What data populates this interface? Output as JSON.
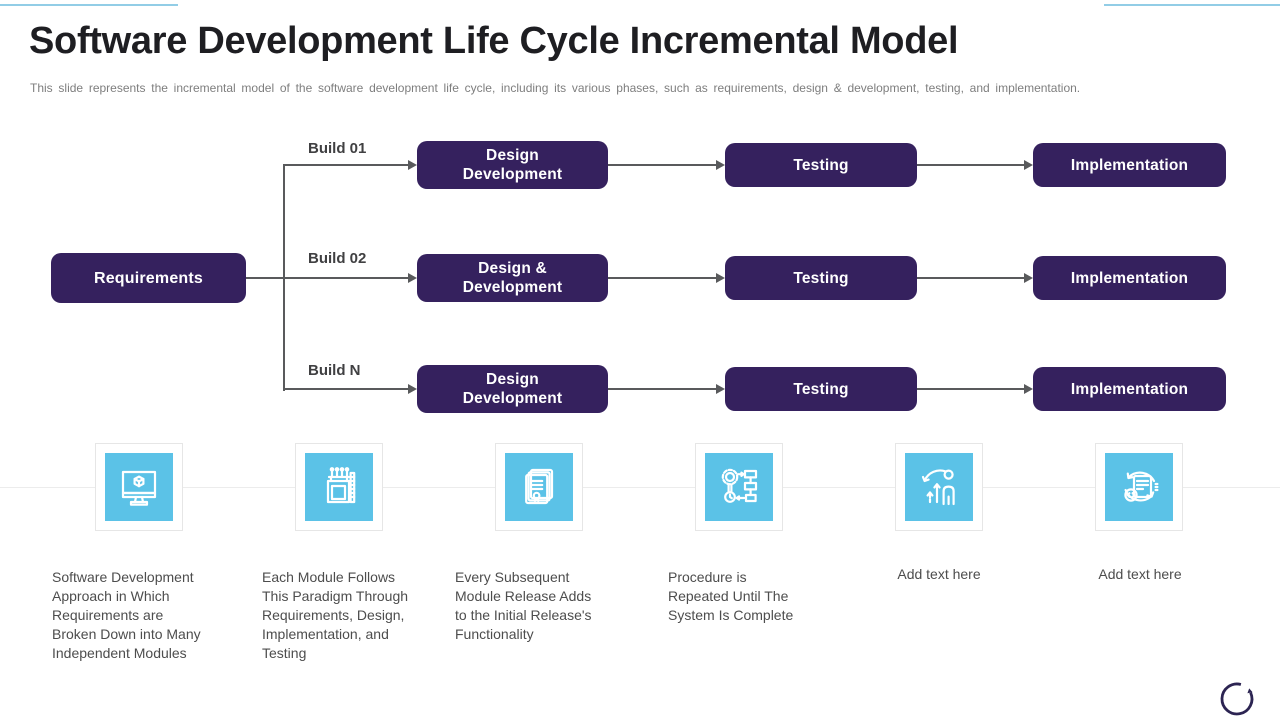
{
  "slide": {
    "title": "Software Development Life Cycle Incremental Model",
    "subtitle": "This slide represents the incremental model of the software development life cycle, including its various phases, such as requirements, design & development, testing, and implementation."
  },
  "colors": {
    "node_purple": "#35215E",
    "icon_blue": "#5BC2E7",
    "accent_blue": "#92CDE6",
    "connector_gray": "#595A5C",
    "refresh_navy": "#2C2452"
  },
  "flowchart": {
    "requirements_label": "Requirements",
    "rows": [
      {
        "build_label": "Build 01",
        "design_label": "Design\nDevelopment",
        "testing_label": "Testing",
        "implementation_label": "Implementation"
      },
      {
        "build_label": "Build 02",
        "design_label": "Design &\nDevelopment",
        "testing_label": "Testing",
        "implementation_label": "Implementation"
      },
      {
        "build_label": "Build N",
        "design_label": "Design\nDevelopment",
        "testing_label": "Testing",
        "implementation_label": "Implementation"
      }
    ]
  },
  "features": [
    {
      "icon": "monitor-3d-cube-icon",
      "caption": "Software Development\nApproach in Which\nRequirements are\nBroken Down into Many\nIndependent Modules"
    },
    {
      "icon": "circuit-module-icon",
      "caption": "Each Module Follows\nThis Paradigm Through\nRequirements, Design,\nImplementation, and\nTesting"
    },
    {
      "icon": "documents-stack-icon",
      "caption": "Every Subsequent\nModule Release Adds\nto the Initial Release's\nFunctionality"
    },
    {
      "icon": "gear-flowchart-icon",
      "caption": "Procedure is\nRepeated Until The\nSystem Is Complete"
    },
    {
      "icon": "person-growth-icon",
      "caption": "Add text here"
    },
    {
      "icon": "code-iteration-icon",
      "caption": "Add text here"
    }
  ]
}
